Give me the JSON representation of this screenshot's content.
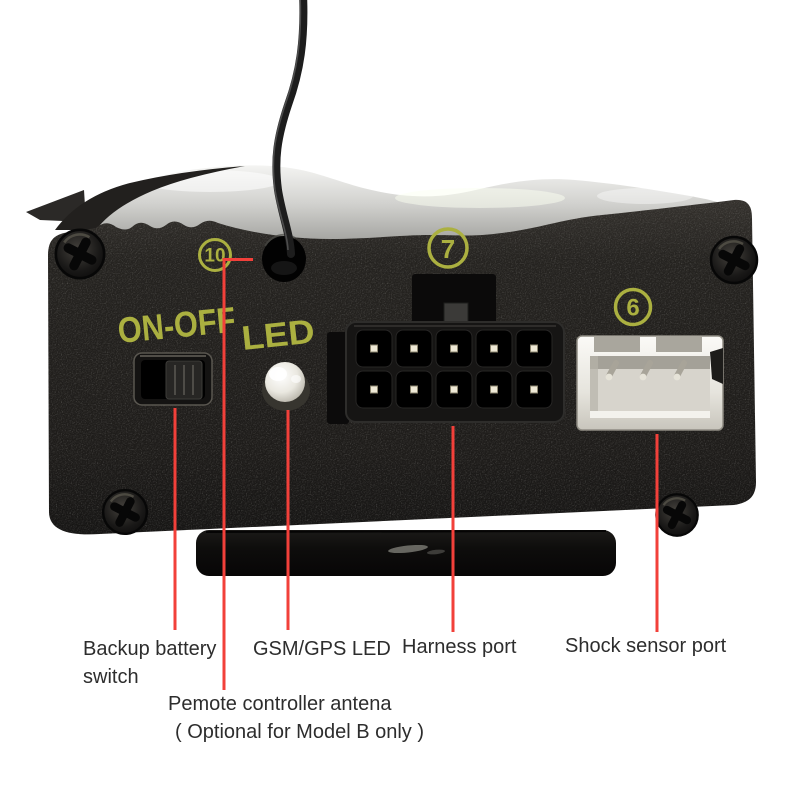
{
  "device_markings": {
    "power_switch_label": "ON-OFF",
    "led_label": "LED",
    "callout_10": "10",
    "callout_7": "7",
    "callout_6": "6"
  },
  "annotations": {
    "backup_battery_line1": "Backup battery",
    "backup_battery_line2": "switch",
    "gsm_gps_led": "GSM/GPS LED",
    "harness_port": "Harness port",
    "shock_sensor_port": "Shock sensor port",
    "remote_antenna": "Pemote controller antena",
    "remote_antenna_note": "( Optional for Model B only )"
  },
  "colors": {
    "background": "#ffffff",
    "callout_line": "#f2403a",
    "device_marking": "#abb040",
    "annotation_text": "#2d2d2d"
  }
}
